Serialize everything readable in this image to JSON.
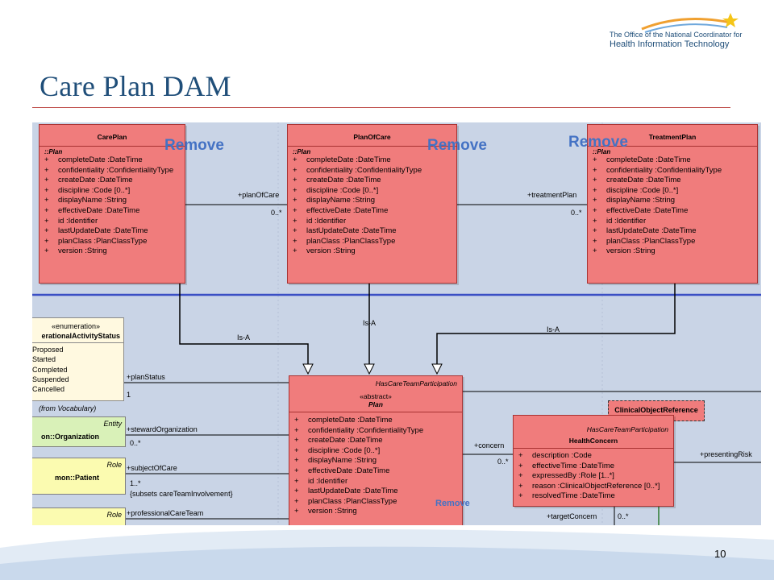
{
  "logo": {
    "line1": "The Office of the National Coordinator for",
    "line2": "Health Information Technology"
  },
  "slide": {
    "title": "Care Plan DAM",
    "page_number": "10"
  },
  "colors": {
    "title": "#1f4e79",
    "rule": "#c0504d",
    "class_fill": "#f07c7c",
    "remove_text": "#4472c4",
    "divider": "#3a4fc4",
    "diagram_bg": "#c9d4e6"
  },
  "classes": {
    "care_plan": {
      "name": "CarePlan",
      "stereotype": "::Plan",
      "attributes": [
        {
          "mark": "+",
          "text": "completeDate  :DateTime"
        },
        {
          "mark": "+",
          "text": "confidentiality  :ConfidentialityType"
        },
        {
          "mark": "+",
          "text": "createDate  :DateTime"
        },
        {
          "mark": "+",
          "text": "discipline  :Code [0..*]"
        },
        {
          "mark": "+",
          "text": "displayName  :String"
        },
        {
          "mark": "+",
          "text": "effectiveDate  :DateTime"
        },
        {
          "mark": "+",
          "text": "id  :Identifier"
        },
        {
          "mark": "+",
          "text": "lastUpdateDate  :DateTime"
        },
        {
          "mark": "+",
          "text": "planClass  :PlanClassType"
        },
        {
          "mark": "+",
          "text": "version  :String"
        }
      ]
    },
    "plan_of_care": {
      "name": "PlanOfCare",
      "stereotype": "::Plan",
      "attributes": [
        {
          "mark": "+",
          "text": "completeDate  :DateTime"
        },
        {
          "mark": "+",
          "text": "confidentiality  :ConfidentialityType"
        },
        {
          "mark": "+",
          "text": "createDate  :DateTime"
        },
        {
          "mark": "+",
          "text": "discipline  :Code [0..*]"
        },
        {
          "mark": "+",
          "text": "displayName  :String"
        },
        {
          "mark": "+",
          "text": "effectiveDate  :DateTime"
        },
        {
          "mark": "+",
          "text": "id  :Identifier"
        },
        {
          "mark": "+",
          "text": "lastUpdateDate  :DateTime"
        },
        {
          "mark": "+",
          "text": "planClass  :PlanClassType"
        },
        {
          "mark": "+",
          "text": "version  :String"
        }
      ]
    },
    "treatment_plan": {
      "name": "TreatmentPlan",
      "stereotype": "::Plan",
      "attributes": [
        {
          "mark": "+",
          "text": "completeDate  :DateTime"
        },
        {
          "mark": "+",
          "text": "confidentiality  :ConfidentialityType"
        },
        {
          "mark": "+",
          "text": "createDate  :DateTime"
        },
        {
          "mark": "+",
          "text": "discipline  :Code [0..*]"
        },
        {
          "mark": "+",
          "text": "displayName  :String"
        },
        {
          "mark": "+",
          "text": "effectiveDate  :DateTime"
        },
        {
          "mark": "+",
          "text": "id  :Identifier"
        },
        {
          "mark": "+",
          "text": "lastUpdateDate  :DateTime"
        },
        {
          "mark": "+",
          "text": "planClass  :PlanClassType"
        },
        {
          "mark": "+",
          "text": "version  :String"
        }
      ]
    },
    "plan": {
      "tag": "HasCareTeamParticipation",
      "abstract": "«abstract»",
      "name": "Plan",
      "attributes": [
        {
          "mark": "+",
          "text": "completeDate  :DateTime"
        },
        {
          "mark": "+",
          "text": "confidentiality  :ConfidentialityType"
        },
        {
          "mark": "+",
          "text": "createDate  :DateTime"
        },
        {
          "mark": "+",
          "text": "discipline  :Code [0..*]"
        },
        {
          "mark": "+",
          "text": "displayName  :String"
        },
        {
          "mark": "+",
          "text": "effectiveDate  :DateTime"
        },
        {
          "mark": "+",
          "text": "id  :Identifier"
        },
        {
          "mark": "+",
          "text": "lastUpdateDate  :DateTime"
        },
        {
          "mark": "+",
          "text": "planClass  :PlanClassType"
        },
        {
          "mark": "+",
          "text": "version  :String"
        }
      ]
    },
    "health_concern": {
      "tag": "HasCareTeamParticipation",
      "name": "HealthConcern",
      "attributes": [
        {
          "mark": "+",
          "text": "description  :Code"
        },
        {
          "mark": "+",
          "text": "effectiveTime  :DateTime"
        },
        {
          "mark": "+",
          "text": "expressedBy  :Role [1..*]"
        },
        {
          "mark": "+",
          "text": "reason  :ClinicalObjectReference [0..*]"
        },
        {
          "mark": "+",
          "text": "resolvedTime  :DateTime"
        }
      ]
    },
    "clinical_object_reference": {
      "name": "ClinicalObjectReference"
    }
  },
  "enumeration": {
    "stereotype": "«enumeration»",
    "name": "erationalActivityStatus",
    "values": [
      "Proposed",
      "Started",
      "Completed",
      "Suspended",
      "Cancelled"
    ],
    "note": "(from Vocabulary)"
  },
  "side_classes": {
    "organization": {
      "kind": "Entity",
      "label": "on::Organization"
    },
    "patient": {
      "kind": "Role",
      "label": "mon::Patient"
    },
    "role3": {
      "kind": "Role",
      "label": ""
    }
  },
  "remove_labels": {
    "care_plan": "Remove",
    "plan_of_care": "Remove",
    "treatment_plan": "Remove",
    "plan_class": "Remove"
  },
  "associations": {
    "plan_of_care_role": "+planOfCare",
    "plan_of_care_mult": "0..*",
    "treatment_plan_role": "+treatmentPlan",
    "treatment_plan_mult": "0..*",
    "isa_left": "Is-A",
    "isa_mid": "Is-A",
    "isa_right": "Is-A",
    "plan_status_role": "+planStatus",
    "plan_status_mult": "1",
    "steward_role": "+stewardOrganization",
    "steward_mult": "0..*",
    "subject_role": "+subjectOfCare",
    "subject_mult": "1..*",
    "subject_constraint": "{subsets careTeamInvolvement}",
    "professional_role": "+professionalCareTeam",
    "concern_role": "+concern",
    "concern_mult": "0..*",
    "presenting_risk_role": "+presentingRisk",
    "target_concern_role": "+targetConcern",
    "target_concern_mult": "0..*"
  }
}
